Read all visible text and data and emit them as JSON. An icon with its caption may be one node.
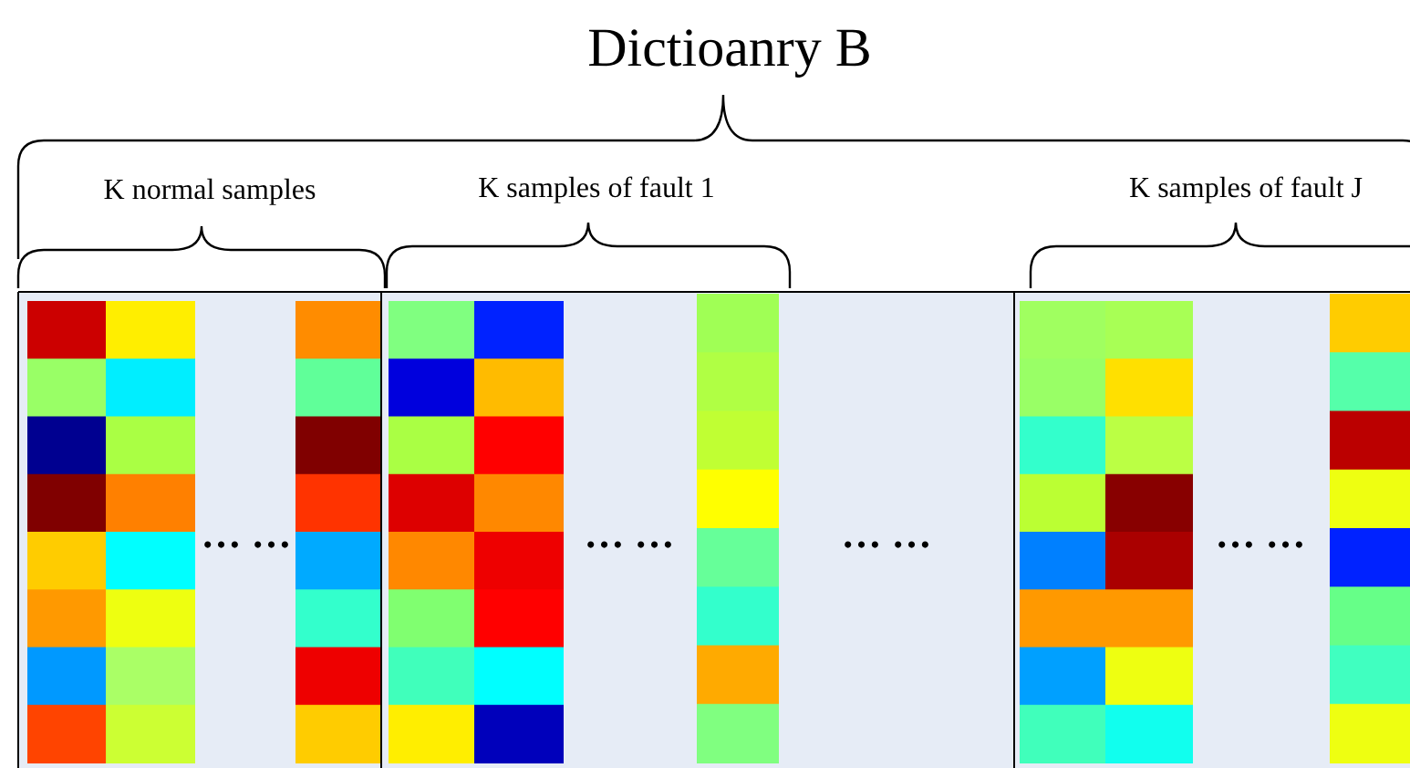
{
  "diagram": {
    "title": "Dictioanry B",
    "labels": [
      "K normal samples",
      "K samples of fault 1",
      "K samples of fault J",
      "… …",
      "… …",
      "… …",
      "… …"
    ]
  }
}
